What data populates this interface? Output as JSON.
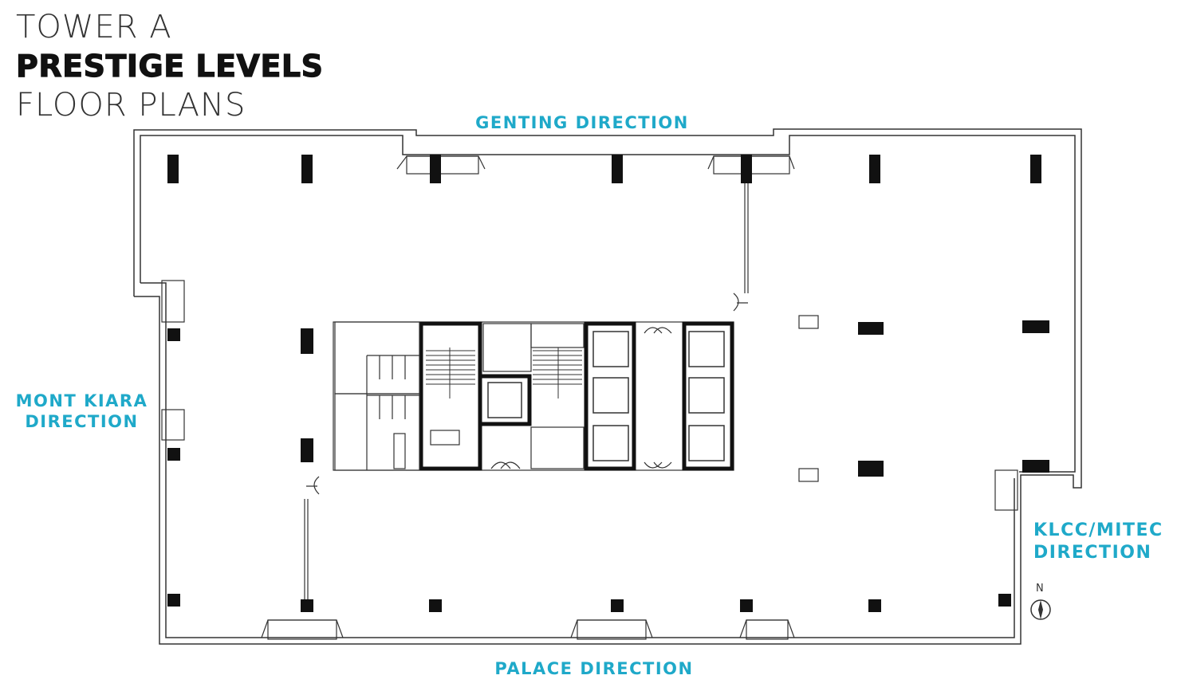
{
  "title": {
    "line1": "TOWER A",
    "line2": "PRESTIGE LEVELS",
    "line3": "FLOOR PLANS"
  },
  "directions": {
    "top": "GENTING DIRECTION",
    "bottom": "PALACE DIRECTION",
    "left_line1": "MONT KIARA",
    "left_line2": "DIRECTION",
    "right_line1": "KLCC/MITEC",
    "right_line2": "DIRECTION"
  },
  "compass": {
    "label": "N"
  },
  "colors": {
    "accent": "#1fa9c9",
    "wall": "#111111",
    "line": "#333333"
  }
}
